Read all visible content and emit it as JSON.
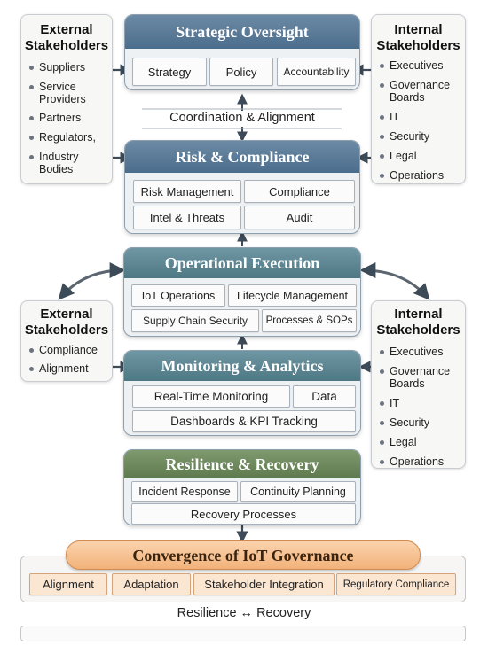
{
  "left_top": {
    "title": "External Stakeholders",
    "items": [
      "Suppliers",
      "Service Providers",
      "Partners",
      "Regulators,",
      "Industry Bodies"
    ]
  },
  "right_top": {
    "title": "Internal Stakeholders",
    "items": [
      "Executives",
      "Governance Boards",
      "IT",
      "Security",
      "Legal",
      "Operations"
    ]
  },
  "strategic": {
    "title": "Strategic Oversight",
    "items": [
      "Strategy",
      "Policy",
      "Accountability"
    ]
  },
  "coordination": "Coordination & Alignment",
  "risk": {
    "title": "Risk & Compliance",
    "items": [
      "Risk Management",
      "Compliance",
      "Intel & Threats",
      "Audit"
    ]
  },
  "operational": {
    "title": "Operational Execution",
    "items": [
      "IoT Operations",
      "Lifecycle Management",
      "Supply Chain Security",
      "Processes & SOPs"
    ]
  },
  "left_mid": {
    "title": "External Stakeholders",
    "items": [
      "Compliance",
      "Alignment"
    ]
  },
  "right_mid": {
    "title": "Internal Stakeholders",
    "items": [
      "Executives",
      "Governance Boards",
      "IT",
      "Security",
      "Legal",
      "Operations"
    ]
  },
  "monitoring": {
    "title": "Monitoring & Analytics",
    "items": [
      "Real-Time Monitoring",
      "Data",
      "Dashboards & KPI Tracking"
    ]
  },
  "resilience": {
    "title": "Resilience & Recovery",
    "items": [
      "Incident Response",
      "Continuity Planning",
      "Recovery Processes"
    ]
  },
  "convergence": {
    "title": "Convergence of IoT Governance",
    "items": [
      "Alignment",
      "Adaptation",
      "Stakeholder Integration",
      "Regulatory Compliance"
    ]
  },
  "footer": "Resilience ↔ Recovery",
  "colors": {
    "blue_header": "#4b6d8c",
    "teal_header": "#4e7884",
    "green_header": "#5d7a4e",
    "orange_banner": "#f2b27a",
    "arrow": "#3d4a57"
  }
}
